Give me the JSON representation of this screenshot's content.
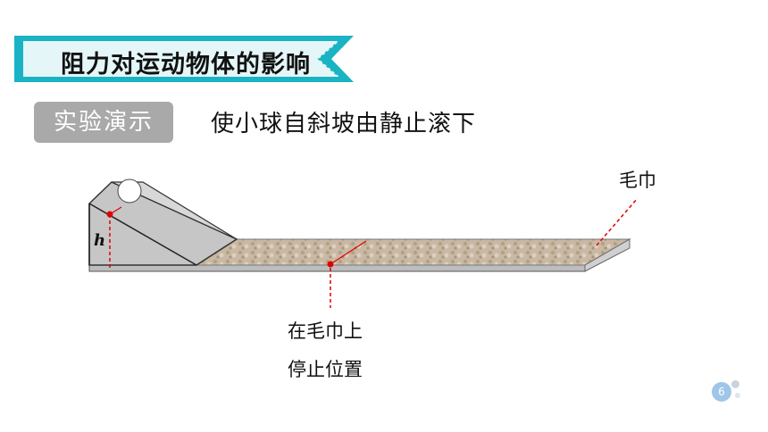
{
  "header": {
    "title": "阻力对运动物体的影响",
    "accent_color": "#1ab3c4"
  },
  "experiment": {
    "tag_label": "实验演示",
    "instruction": "使小球自斜坡由静止滚下"
  },
  "diagram": {
    "towel_label": "毛巾",
    "stop_label_line1": "在毛巾上",
    "stop_label_line2": "停止位置",
    "height_label": "h",
    "marker_color": "#e00000"
  },
  "footer": {
    "page_number": "6"
  }
}
